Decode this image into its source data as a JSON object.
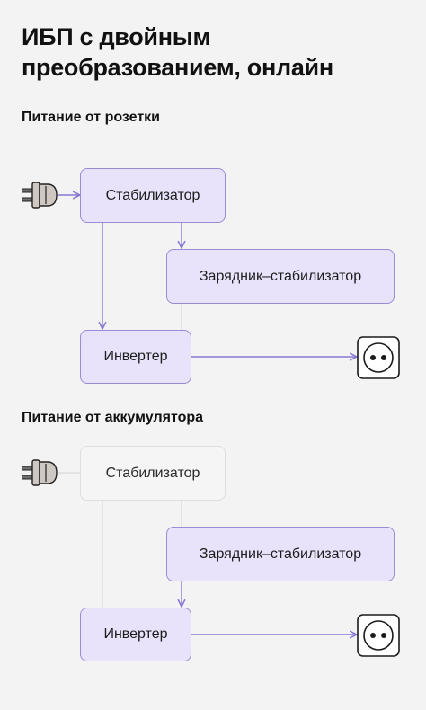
{
  "title": "ИБП с двойным преобразованием, онлайн",
  "sections": [
    {
      "title": "Питание от розетки",
      "boxes": {
        "stabilizer": "Стабилизатор",
        "charger": "Зарядник–стабилизатор",
        "inverter": "Инвертер"
      }
    },
    {
      "title": "Питание от аккумулятора",
      "boxes": {
        "stabilizer": "Стабилизатор",
        "charger": "Зарядник–стабилизатор",
        "inverter": "Инвертер"
      }
    }
  ],
  "colors": {
    "background": "#f3f3f4",
    "box_active_fill": "#e8e3fa",
    "box_active_border": "#9c8bd6",
    "arrow_active": "#8b79d2",
    "line_inactive": "#dcdcdf"
  },
  "icons": {
    "plug": "power-plug-icon",
    "socket": "power-socket-icon"
  }
}
